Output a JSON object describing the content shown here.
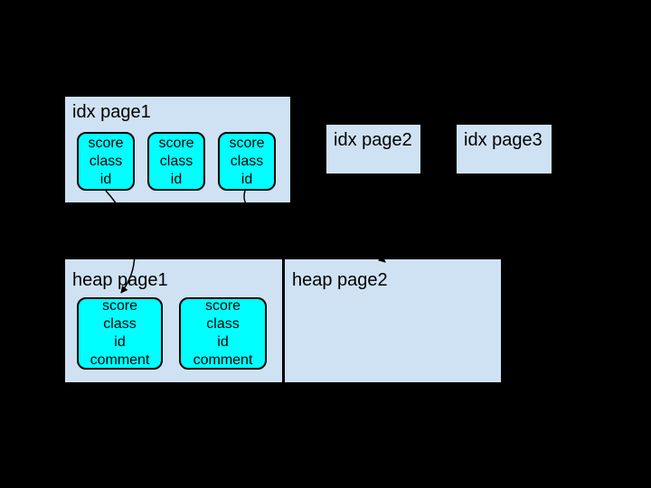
{
  "canvas": {
    "background": "#000000"
  },
  "colors": {
    "page_fill": "#cfe2f3",
    "record_fill": "#00ffff",
    "record_border": "#000000",
    "text": "#000000",
    "connector_line": "#000000"
  },
  "pages": {
    "idx_page1": {
      "label": "idx page1",
      "records": [
        {
          "fields": [
            "score",
            "class",
            "id"
          ]
        },
        {
          "fields": [
            "score",
            "class",
            "id"
          ]
        },
        {
          "fields": [
            "score",
            "class",
            "id"
          ]
        }
      ]
    },
    "idx_page2": {
      "label": "idx page2"
    },
    "idx_page3": {
      "label": "idx page3"
    },
    "heap_page1": {
      "label": "heap page1",
      "records": [
        {
          "fields": [
            "score",
            "class",
            "id",
            "comment"
          ]
        },
        {
          "fields": [
            "score",
            "class",
            "id",
            "comment"
          ]
        }
      ]
    },
    "heap_page2": {
      "label": "heap page2"
    }
  },
  "connectors": [
    {
      "name": "idx-record1-to-heap1-record1",
      "from": "idx page1 record 1",
      "to": "heap page1 record 1"
    },
    {
      "name": "idx-record3-to-heap-page2",
      "from": "idx page1 record 3",
      "to": "heap page2"
    }
  ]
}
